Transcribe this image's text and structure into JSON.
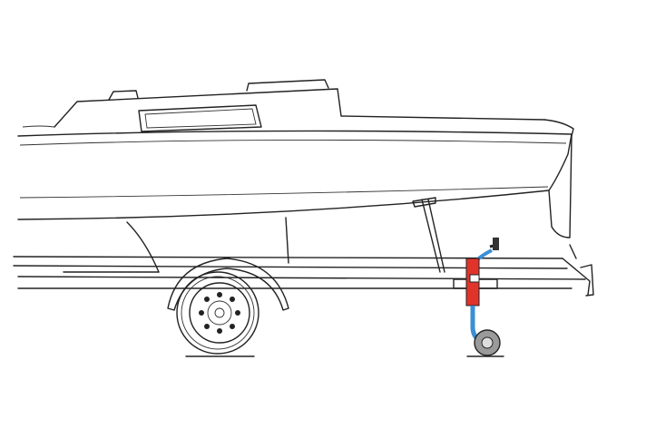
{
  "colors": {
    "background": "#ffffff",
    "line": "#222222",
    "jockey_tube": "#e0342b",
    "jockey_leg": "#3a8fd6",
    "jockey_wheel": "#9a9a9a"
  },
  "icons": [
    "boat-illustration",
    "trailer-illustration",
    "jockey-wheel-illustration"
  ]
}
